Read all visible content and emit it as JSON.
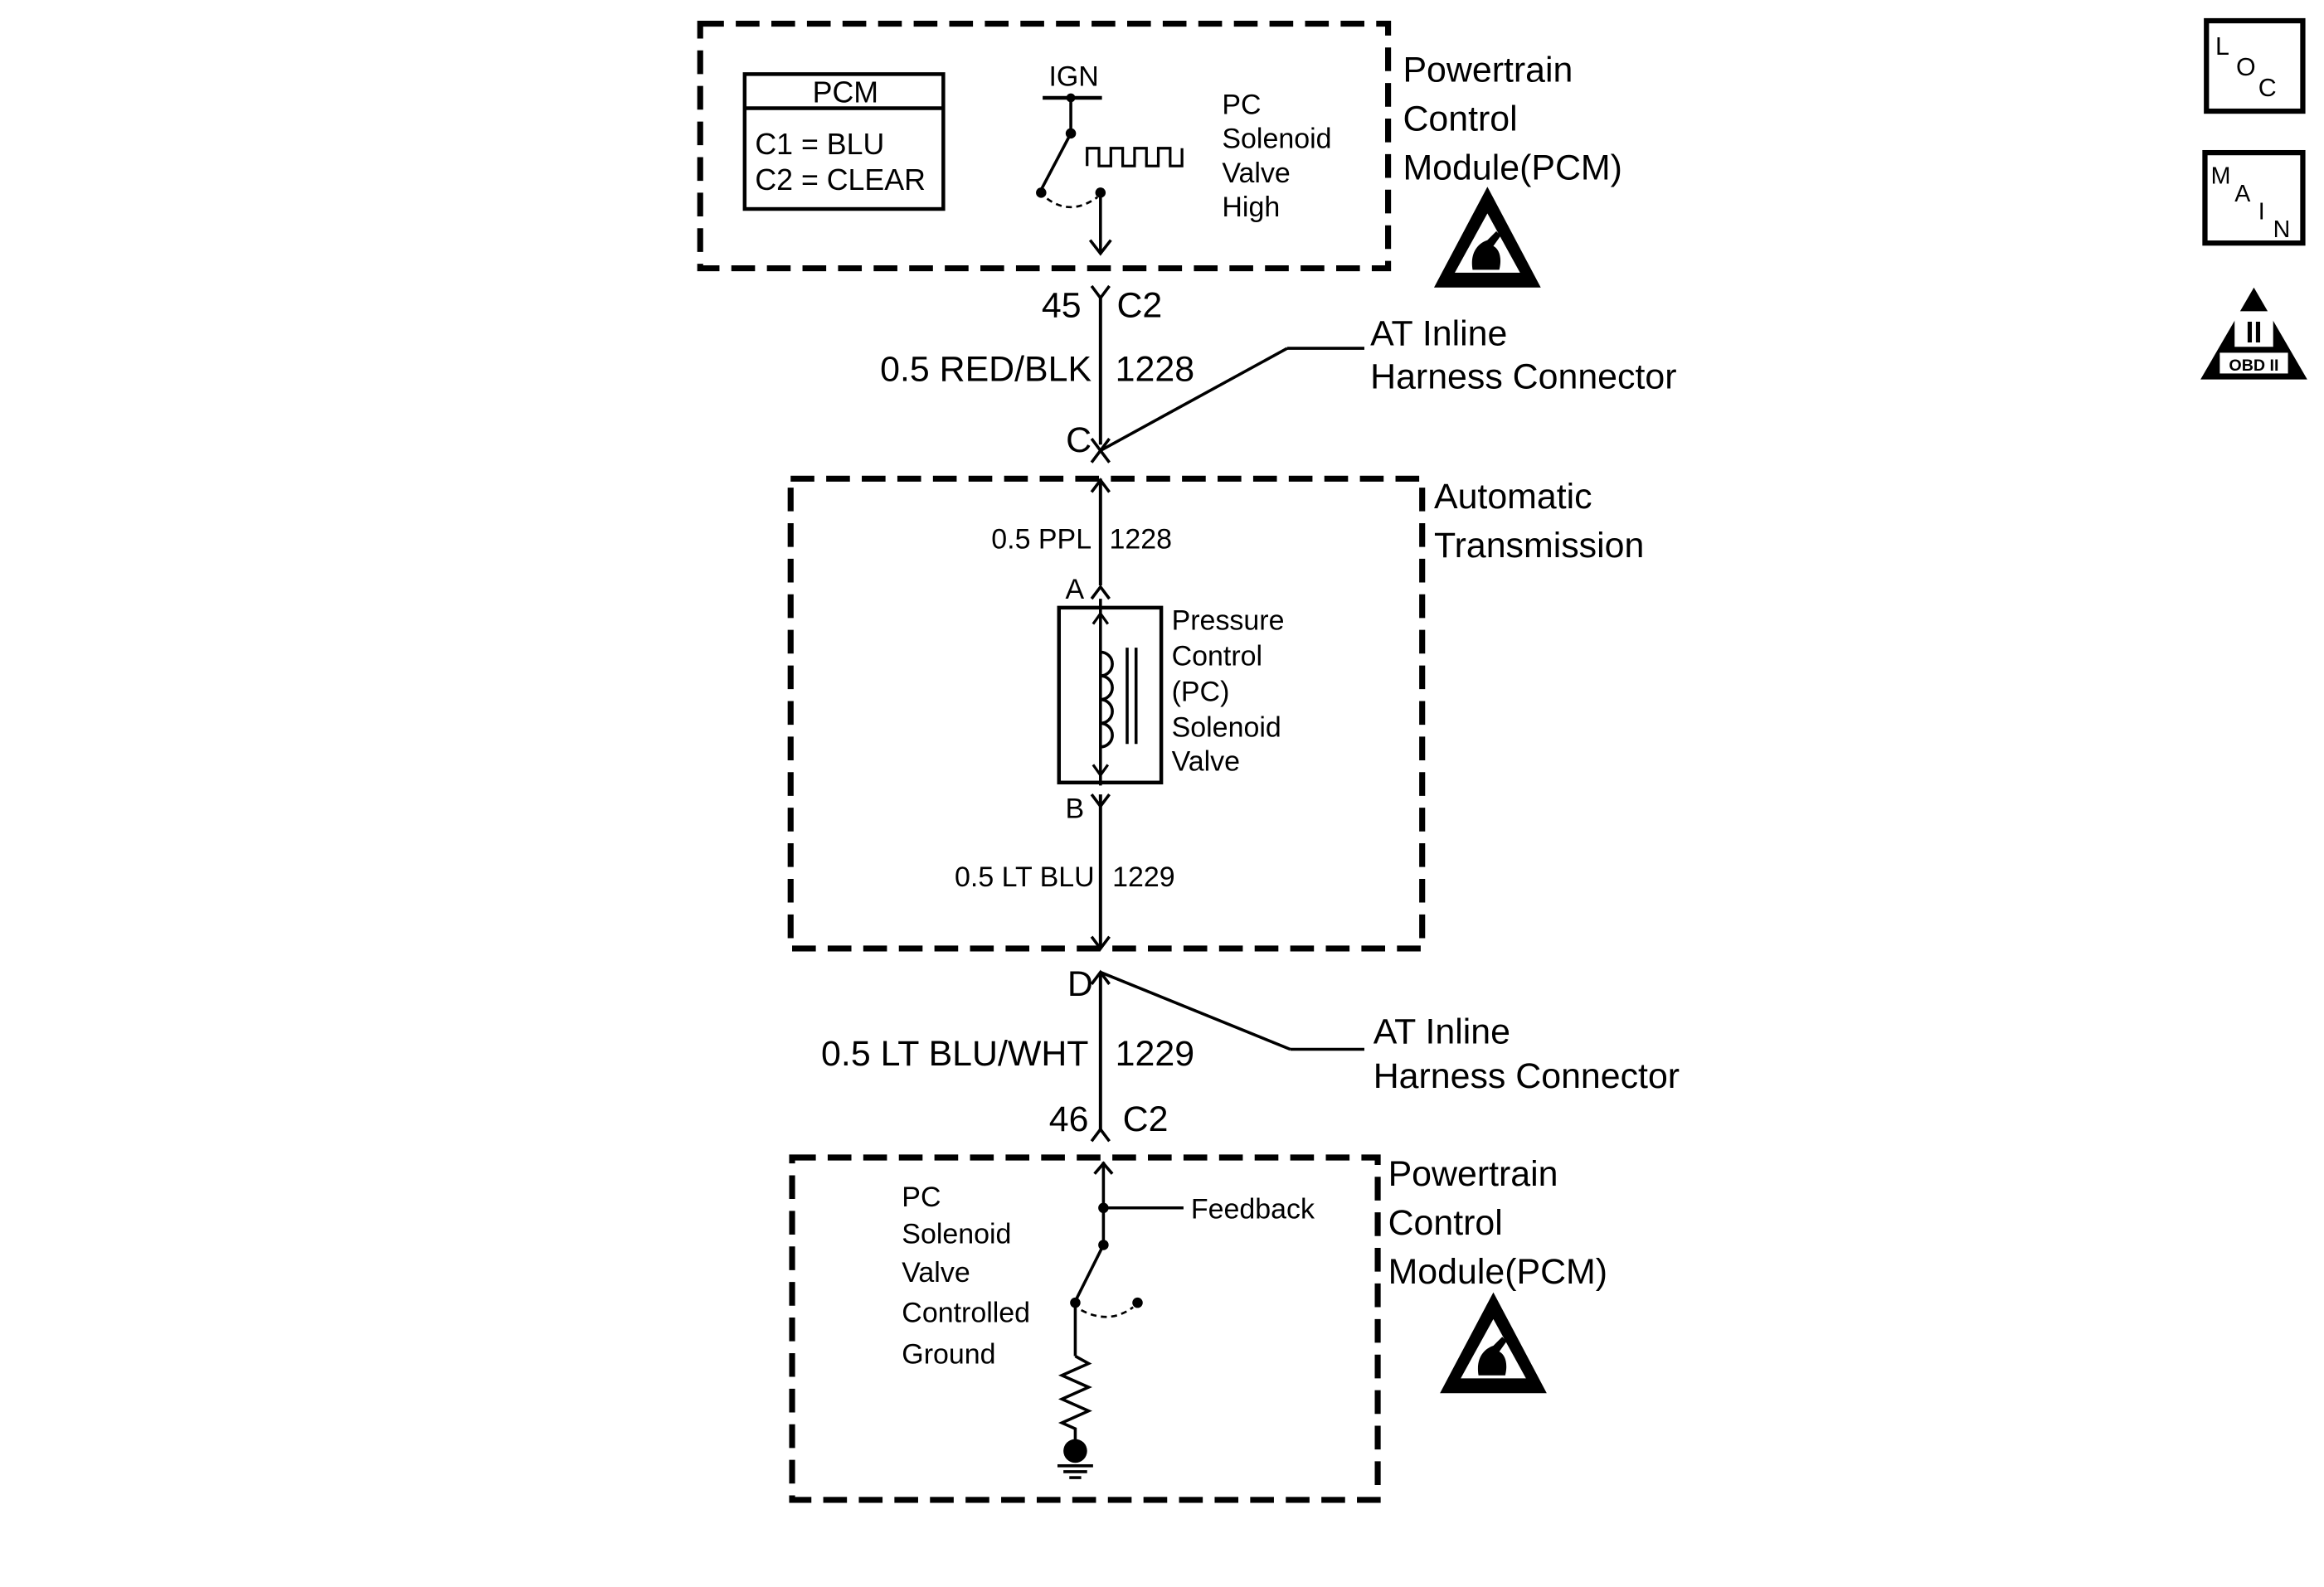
{
  "top_pcm": {
    "title_lines": [
      "Powertrain",
      "Control",
      "Module(PCM)"
    ],
    "legend_header": "PCM",
    "legend_c1": "C1 = BLU",
    "legend_c2": "C2 = CLEAR",
    "ign_label": "IGN",
    "driver_lines": [
      "PC",
      "Solenoid",
      "Valve",
      "High"
    ]
  },
  "upper_wire": {
    "pin": "45",
    "connector": "C2",
    "wire": "0.5 RED/BLK",
    "circuit": "1228",
    "inline_pin": "C",
    "callout_lines": [
      "AT Inline",
      "Harness Connector"
    ]
  },
  "transmission": {
    "title_lines": [
      "Automatic",
      "Transmission"
    ],
    "upper_wire": "0.5 PPL",
    "upper_circuit": "1228",
    "terminal_a": "A",
    "terminal_b": "B",
    "solenoid_lines": [
      "Pressure",
      "Control",
      "(PC)",
      "Solenoid",
      "Valve"
    ],
    "lower_wire": "0.5 LT BLU",
    "lower_circuit": "1229"
  },
  "lower_wire": {
    "inline_pin": "D",
    "callout_lines": [
      "AT Inline",
      "Harness Connector"
    ],
    "wire": "0.5 LT BLU/WHT",
    "circuit": "1229",
    "pin": "46",
    "connector": "C2"
  },
  "bottom_pcm": {
    "title_lines": [
      "Powertrain",
      "Control",
      "Module(PCM)"
    ],
    "feedback": "Feedback",
    "driver_lines": [
      "PC",
      "Solenoid",
      "Valve",
      "Controlled",
      "Ground"
    ]
  },
  "side_icons": {
    "loc": [
      "L",
      "O",
      "C"
    ],
    "main": [
      "M",
      "A",
      "I",
      "N"
    ],
    "obd_numeral": "II",
    "obd_text": "OBD II"
  },
  "icon_names": [
    "esd-sensitive-icon",
    "loc-icon",
    "main-icon",
    "obd-ii-icon"
  ]
}
